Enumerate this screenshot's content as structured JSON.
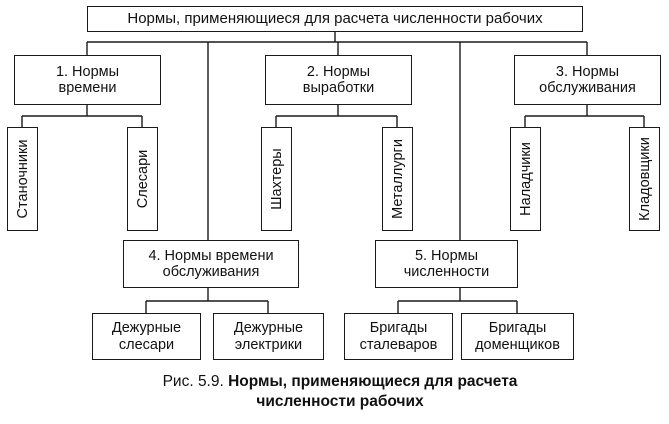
{
  "root": "Нормы, применяющиеся для расчета численности рабочих",
  "nodes": {
    "n1": {
      "line1": "1. Нормы",
      "line2": "времени"
    },
    "n2": {
      "line1": "2. Нормы",
      "line2": "выработки"
    },
    "n3": {
      "line1": "3. Нормы",
      "line2": "обслуживания"
    },
    "n4": {
      "line1": "4. Нормы времени",
      "line2": "обслуживания"
    },
    "n5": {
      "line1": "5. Нормы",
      "line2": "численности"
    }
  },
  "leaves": {
    "n1": [
      "Станочники",
      "Слесари"
    ],
    "n2": [
      "Шахтеры",
      "Металлурги"
    ],
    "n3": [
      "Наладчики",
      "Кладовщики"
    ],
    "n4": [
      {
        "line1": "Дежурные",
        "line2": "слесари"
      },
      {
        "line1": "Дежурные",
        "line2": "электрики"
      }
    ],
    "n5": [
      {
        "line1": "Бригады",
        "line2": "сталеваров"
      },
      {
        "line1": "Бригады",
        "line2": "доменщиков"
      }
    ]
  },
  "caption": {
    "number": "Рис. 5.9.",
    "title_line1": "Нормы, применяющиеся для расчета",
    "title_line2": "численности рабочих"
  }
}
